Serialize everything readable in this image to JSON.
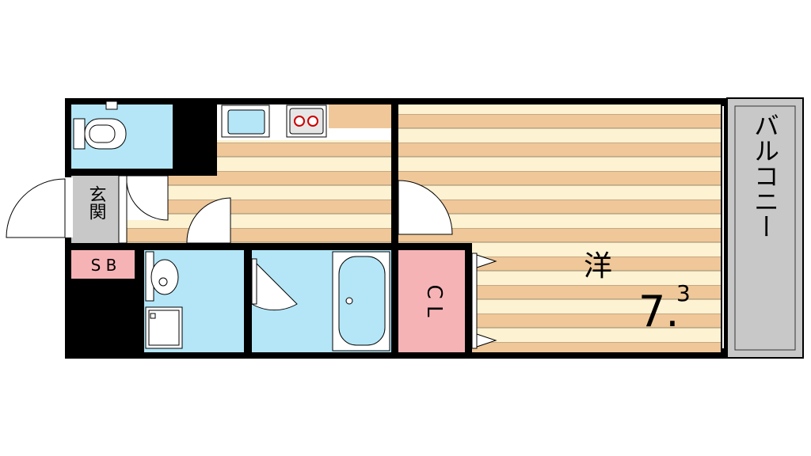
{
  "rooms": {
    "western_room": {
      "label": "洋",
      "size_main": "7.",
      "size_sub": "3"
    },
    "balcony": {
      "label": "バルコニー"
    },
    "entrance": {
      "label": "玄関"
    },
    "shoe_box": {
      "label": "S B"
    },
    "closet": {
      "label": "C L"
    }
  },
  "colors": {
    "wet_area": "#b4e6f7",
    "floor_stripe_tan": "#efc798",
    "floor_stripe_cream": "#fdf2d2",
    "closet": "#f6b3b6",
    "shoe_box": "#f6b3b6",
    "entrance_tile": "#c8c8c8",
    "balcony": "#c8c8c8",
    "wall": "#000000"
  },
  "icons": [
    "toilet-icon",
    "kitchen-sink-icon",
    "stove-icon",
    "washbasin-icon",
    "bathtub-icon",
    "washing-machine-pan-icon",
    "door-swing-icon"
  ]
}
